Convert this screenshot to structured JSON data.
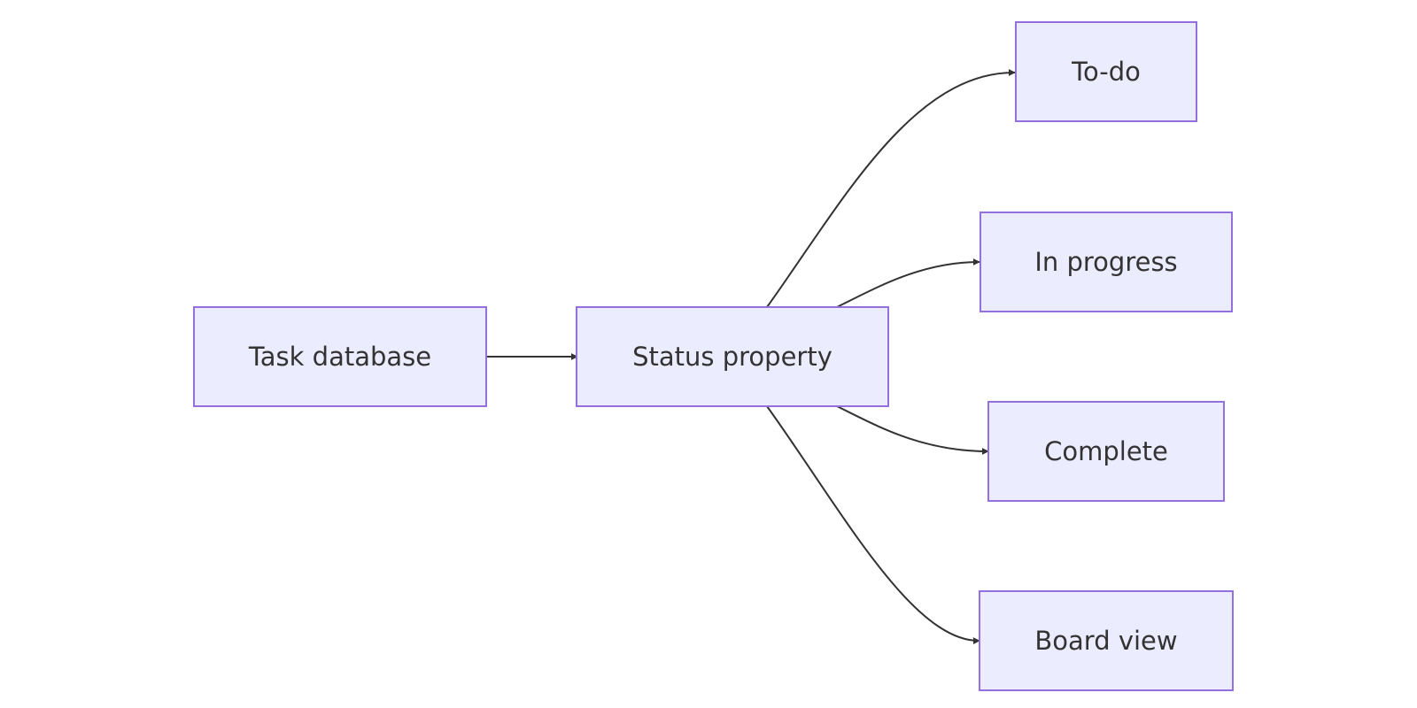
{
  "diagram": {
    "type": "flowchart",
    "direction": "left-to-right",
    "colors": {
      "node_fill": "#ececff",
      "node_border": "#9370db",
      "edge": "#333333",
      "text": "#333333",
      "background": "#ffffff"
    },
    "nodes": {
      "task_database": "Task database",
      "status_property": "Status property",
      "todo": "To-do",
      "in_progress": "In progress",
      "complete": "Complete",
      "board_view": "Board view"
    },
    "edges": [
      {
        "from": "task_database",
        "to": "status_property"
      },
      {
        "from": "status_property",
        "to": "todo"
      },
      {
        "from": "status_property",
        "to": "in_progress"
      },
      {
        "from": "status_property",
        "to": "complete"
      },
      {
        "from": "status_property",
        "to": "board_view"
      }
    ]
  }
}
